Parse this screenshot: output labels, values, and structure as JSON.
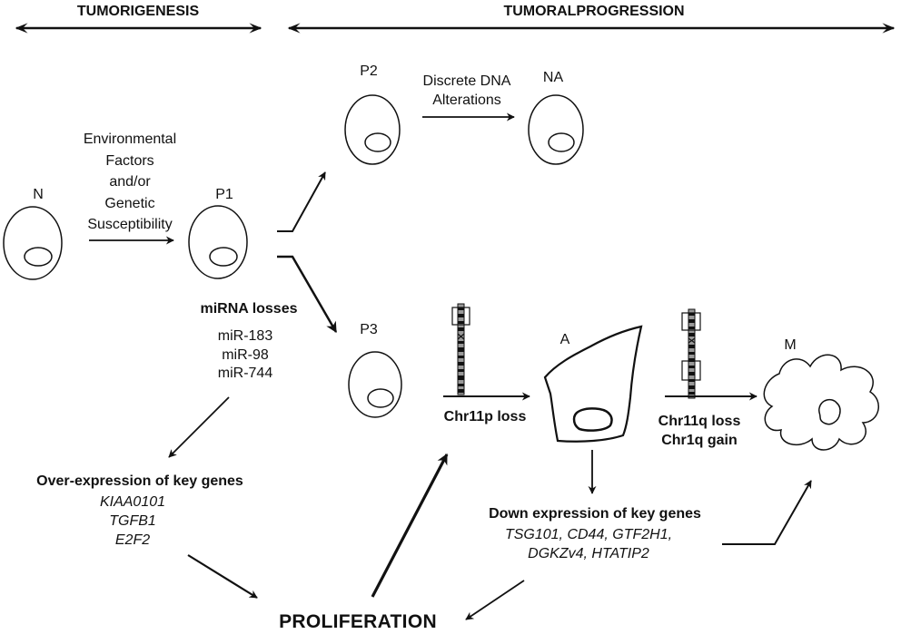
{
  "header": {
    "left": "TUMORIGENESIS",
    "right": "TUMORALPROGRESSION"
  },
  "cells": {
    "n": "N",
    "p1": "P1",
    "p2": "P2",
    "na": "NA",
    "p3": "P3",
    "a": "A",
    "m": "M"
  },
  "env_factors": [
    "Environmental",
    "Factors",
    "and/or",
    "Genetic",
    "Susceptibility"
  ],
  "discrete_dna": [
    "Discrete DNA",
    "Alterations"
  ],
  "mirna": {
    "title": "miRNA losses",
    "items": [
      "miR-183",
      "miR-98",
      "miR-744"
    ]
  },
  "overexpression": {
    "title": "Over-expression of key genes",
    "genes": [
      "KIAA0101",
      "TGFB1",
      "E2F2"
    ]
  },
  "downexpression": {
    "title": "Down expression of key genes",
    "genes": [
      "TSG101, CD44, GTF2H1,",
      "DGKZv4, HTATIP2"
    ]
  },
  "chr11p": "Chr11p loss",
  "chr11q": [
    "Chr11q loss",
    "Chr1q gain"
  ],
  "proliferation": "PROLIFERATION",
  "colors": {
    "ink": "#111111",
    "background": "#ffffff"
  }
}
